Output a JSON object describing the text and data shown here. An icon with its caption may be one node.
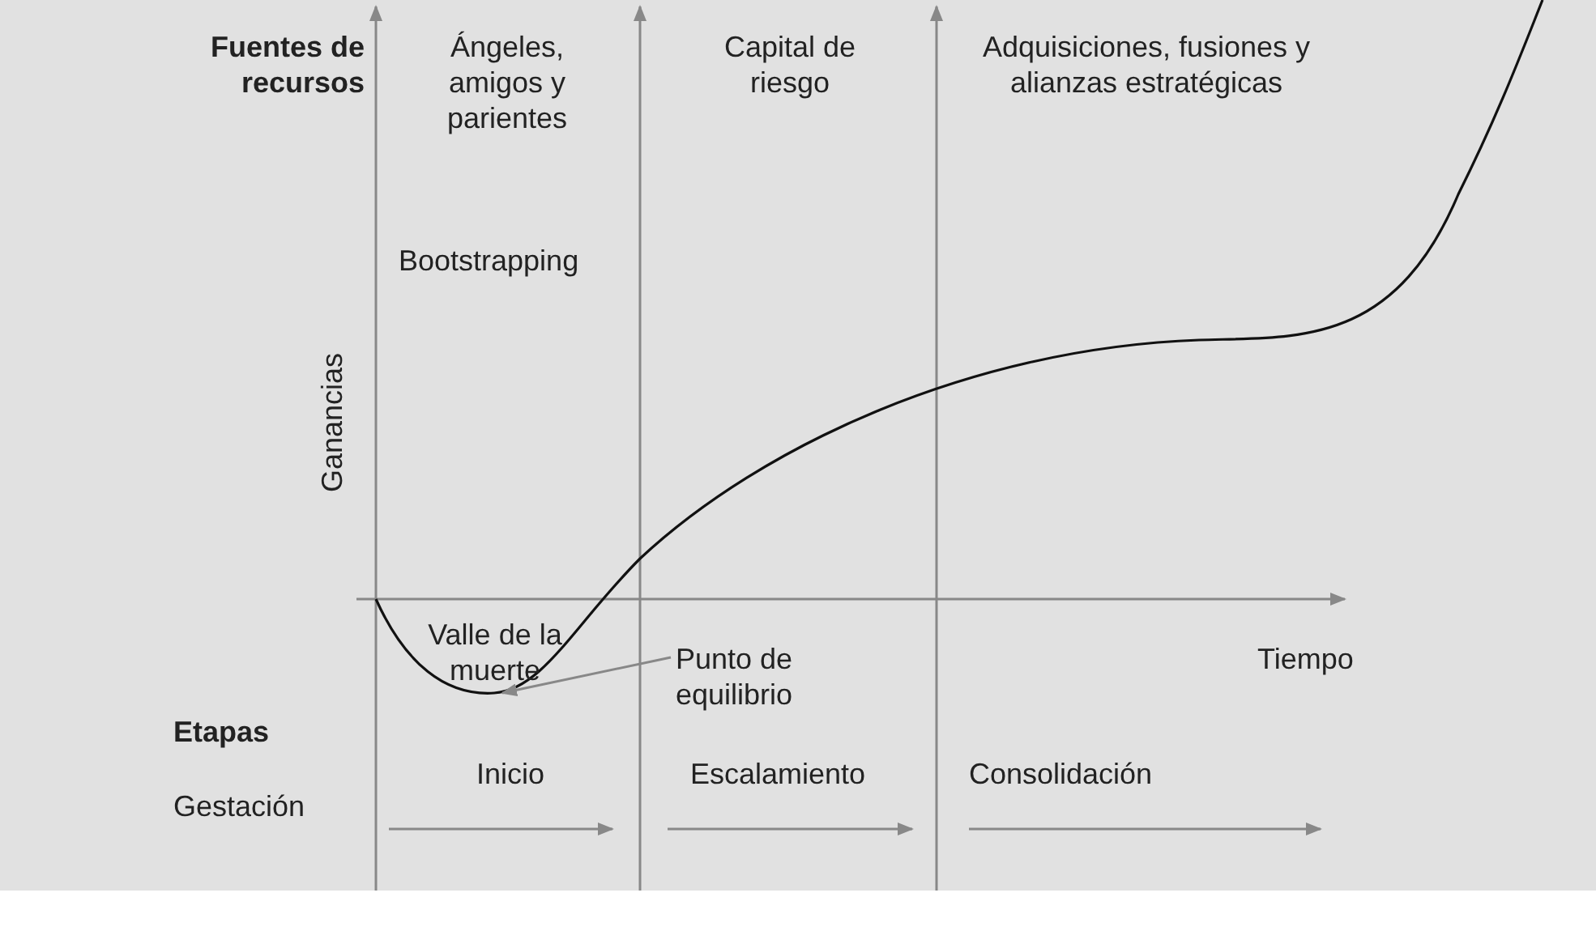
{
  "diagram": {
    "nodes": [
      {
        "text": [
          "Punto de equilibrio"
        ]
      },
      {
        "text": [],
        "shape": "curve"
      }
    ],
    "edges": [
      {
        "from": 0,
        "to": 1,
        "arrow": "to"
      }
    ],
    "labels": [
      "Fuentes de recursos",
      "Ángeles, amigos y parientes",
      "Capital de riesgo",
      "Adquisiciones, fusiones y alianzas estratégicas",
      "Bootstrapping",
      "Ganancias",
      "Valle de la muerte",
      "Tiempo",
      "Etapas",
      "Inicio",
      "Escalamiento",
      "Consolidación",
      "Gestación"
    ]
  }
}
